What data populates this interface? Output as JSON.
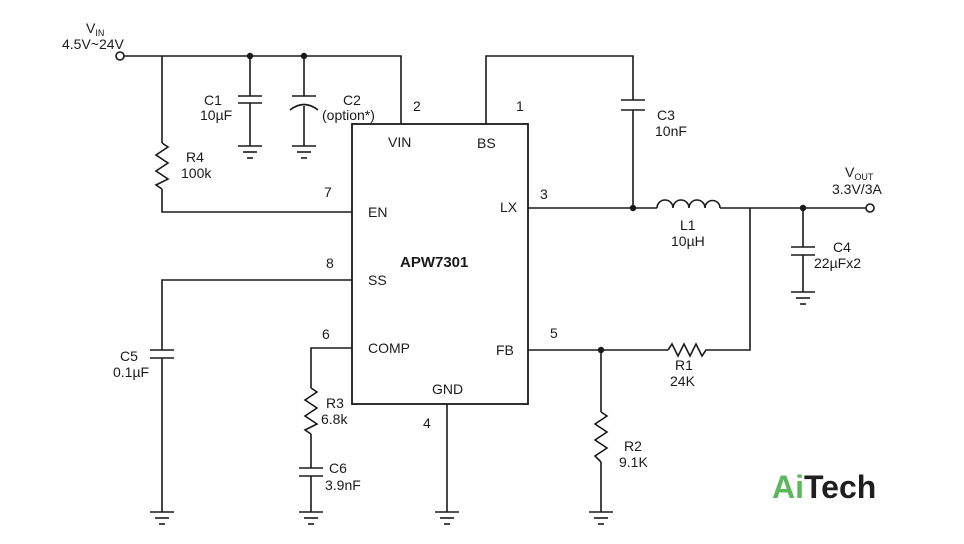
{
  "vin": {
    "label": "V",
    "sub": "IN",
    "range": "4.5V~24V"
  },
  "vout": {
    "label": "V",
    "sub": "OUT",
    "rating": "3.3V/3A"
  },
  "chip": {
    "name": "APW7301",
    "pins": {
      "vin": "VIN",
      "bs": "BS",
      "en": "EN",
      "lx": "LX",
      "ss": "SS",
      "comp": "COMP",
      "fb": "FB",
      "gnd": "GND"
    },
    "pin_numbers": {
      "vin": "2",
      "bs": "1",
      "en": "7",
      "lx": "3",
      "ss": "8",
      "comp": "6",
      "fb": "5",
      "gnd": "4"
    }
  },
  "components": {
    "c1": {
      "ref": "C1",
      "value": "10µF"
    },
    "c2": {
      "ref": "C2",
      "value": "(option*)"
    },
    "r4": {
      "ref": "R4",
      "value": "100k"
    },
    "c3": {
      "ref": "C3",
      "value": "10nF"
    },
    "l1": {
      "ref": "L1",
      "value": "10µH"
    },
    "c4": {
      "ref": "C4",
      "value": "22µFx2"
    },
    "c5": {
      "ref": "C5",
      "value": "0.1µF"
    },
    "r3": {
      "ref": "R3",
      "value": "6.8k"
    },
    "c6": {
      "ref": "C6",
      "value": "3.9nF"
    },
    "r1": {
      "ref": "R1",
      "value": "24K"
    },
    "r2": {
      "ref": "R2",
      "value": "9.1K"
    }
  },
  "logo": {
    "first": "Ai",
    "rest": "Tech",
    "accent_color": "#5cb85c",
    "dark_color": "#1f1f1f"
  }
}
